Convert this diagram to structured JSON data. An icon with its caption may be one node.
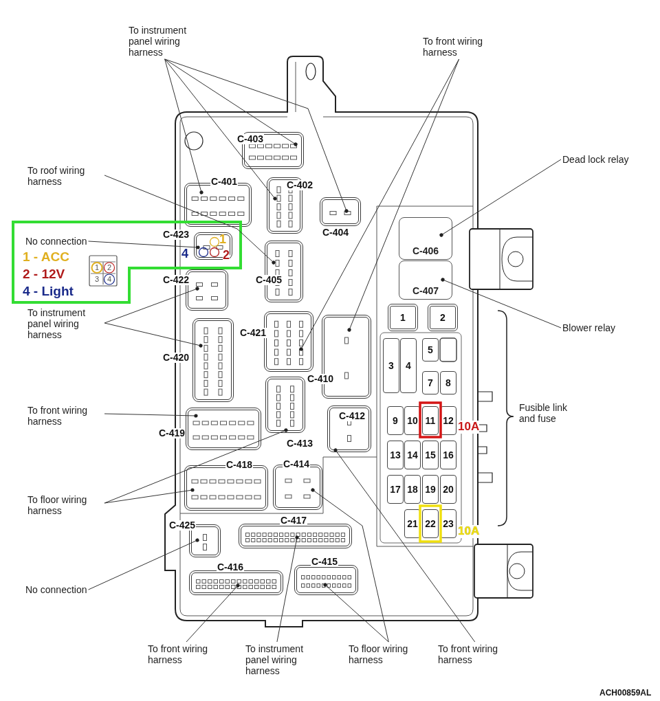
{
  "diagram": {
    "nodes": [
      {
        "text": [
          "To instrument panel wiring harness"
        ]
      },
      {
        "text": [
          "To front wiring harness"
        ]
      },
      {
        "text": [
          "C-403"
        ]
      },
      {
        "text": [
          "Dead lock relay"
        ]
      },
      {
        "text": [
          "To roof wiring harness"
        ]
      },
      {
        "text": [
          "C-401"
        ]
      },
      {
        "text": [
          "C-402"
        ]
      },
      {
        "text": [
          "C-404"
        ]
      },
      {
        "text": [
          "No connection"
        ]
      },
      {
        "text": [
          "C-423"
        ]
      },
      {
        "text": [
          "C-406"
        ]
      },
      {
        "text": [
          "C-405"
        ]
      },
      {
        "text": [
          "C-422"
        ]
      },
      {
        "text": [
          "C-407"
        ]
      },
      {
        "text": [
          "To instrument panel wiring harness"
        ]
      },
      {
        "text": [
          "1"
        ]
      },
      {
        "text": [
          "2"
        ]
      },
      {
        "text": [
          "Blower relay"
        ]
      },
      {
        "text": [
          "C-421"
        ]
      },
      {
        "text": [
          "C-420"
        ]
      },
      {
        "text": [
          "3"
        ]
      },
      {
        "text": [
          "4"
        ]
      },
      {
        "text": [
          "5"
        ]
      },
      {
        "text": [
          "C-410"
        ]
      },
      {
        "text": [
          "7"
        ]
      },
      {
        "text": [
          "8"
        ]
      },
      {
        "text": [
          "To front wiring harness"
        ]
      },
      {
        "text": [
          "C-419"
        ]
      },
      {
        "text": [
          "C-412"
        ]
      },
      {
        "text": [
          "C-413"
        ]
      },
      {
        "text": [
          "9"
        ]
      },
      {
        "text": [
          "10"
        ]
      },
      {
        "text": [
          "11"
        ]
      },
      {
        "text": [
          "12"
        ]
      },
      {
        "text": [
          "13"
        ]
      },
      {
        "text": [
          "14"
        ]
      },
      {
        "text": [
          "15"
        ]
      },
      {
        "text": [
          "16"
        ]
      },
      {
        "text": [
          "To floor wiring harness"
        ]
      },
      {
        "text": [
          "C-418"
        ]
      },
      {
        "text": [
          "C-414"
        ]
      },
      {
        "text": [
          "17"
        ]
      },
      {
        "text": [
          "18"
        ]
      },
      {
        "text": [
          "19"
        ]
      },
      {
        "text": [
          "20"
        ]
      },
      {
        "text": [
          "21"
        ]
      },
      {
        "text": [
          "22"
        ]
      },
      {
        "text": [
          "23"
        ]
      },
      {
        "text": [
          "C-425"
        ]
      },
      {
        "text": [
          "C-417"
        ]
      },
      {
        "text": [
          "No connection"
        ]
      },
      {
        "text": [
          "C-416"
        ]
      },
      {
        "text": [
          "C-415"
        ]
      },
      {
        "text": [
          "To front wiring harness"
        ]
      },
      {
        "text": [
          "To instrument panel wiring harness"
        ]
      },
      {
        "text": [
          "To floor wiring harness"
        ]
      },
      {
        "text": [
          "To front wiring harness"
        ]
      }
    ],
    "edges": [
      {
        "from": 0,
        "to": 5,
        "arrow": "other"
      },
      {
        "from": 0,
        "to": 6,
        "arrow": "other"
      },
      {
        "from": 0,
        "to": 2,
        "arrow": "other"
      },
      {
        "from": 0,
        "to": 7,
        "arrow": "other"
      },
      {
        "from": 1,
        "to": 18,
        "arrow": "other"
      },
      {
        "from": 1,
        "to": 23,
        "arrow": "other"
      },
      {
        "from": 3,
        "to": 10,
        "arrow": "other"
      },
      {
        "from": 4,
        "to": 11,
        "arrow": "other"
      },
      {
        "from": 8,
        "to": 9,
        "arrow": "other"
      },
      {
        "from": 17,
        "to": 13,
        "arrow": "other"
      },
      {
        "from": 14,
        "to": 12,
        "arrow": "other"
      },
      {
        "from": 14,
        "to": 19,
        "arrow": "other"
      },
      {
        "from": 26,
        "to": 27,
        "arrow": "other"
      },
      {
        "from": 38,
        "to": 29,
        "arrow": "other"
      },
      {
        "from": 38,
        "to": 39,
        "arrow": "other"
      },
      {
        "from": 50,
        "to": 48,
        "arrow": "other"
      },
      {
        "from": 53,
        "to": 51,
        "arrow": "other"
      },
      {
        "from": 54,
        "to": 49,
        "arrow": "other"
      },
      {
        "from": 55,
        "to": 52,
        "arrow": "other"
      },
      {
        "from": 55,
        "to": 40,
        "arrow": "other"
      },
      {
        "from": 56,
        "to": 28,
        "arrow": "other"
      }
    ],
    "labels": [
      "1",
      "1 - ACC",
      "4",
      "2",
      "2 - 12V",
      "1",
      "2",
      "3",
      "4",
      "4 - Light",
      "Fusible link and fuse",
      "10A",
      "10A",
      "ACH00859AL"
    ]
  }
}
